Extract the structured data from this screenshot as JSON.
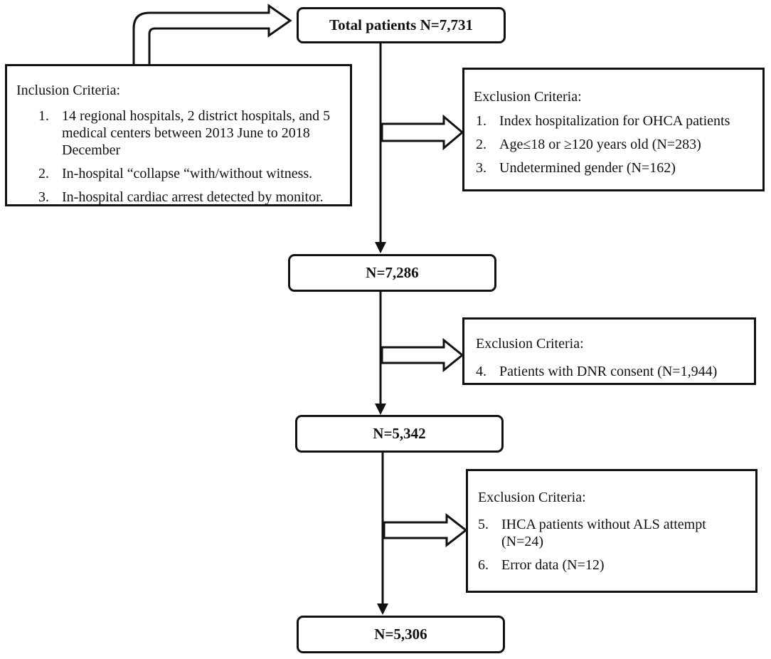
{
  "flow": {
    "total": "Total patients N=7,731",
    "step1": "N=7,286",
    "step2": "N=5,342",
    "final": "N=5,306"
  },
  "inclusion": {
    "heading": "Inclusion Criteria:",
    "items": [
      {
        "num": "1.",
        "text": "14 regional hospitals, 2 district hospitals, and 5 medical centers between 2013 June to 2018 December"
      },
      {
        "num": "2.",
        "text": "In-hospital “collapse “with/without witness."
      },
      {
        "num": "3.",
        "text": "In-hospital cardiac arrest detected by monitor."
      }
    ]
  },
  "exclusion1": {
    "heading": "Exclusion Criteria:",
    "items": [
      {
        "num": "1.",
        "text": "Index hospitalization for OHCA patients"
      },
      {
        "num": "2.",
        "text": "Age≤18 or ≥120 years old (N=283)"
      },
      {
        "num": "3.",
        "text": "Undetermined gender (N=162)"
      }
    ]
  },
  "exclusion2": {
    "heading": "Exclusion Criteria:",
    "items": [
      {
        "num": "4.",
        "text": "Patients with DNR consent (N=1,944)"
      }
    ]
  },
  "exclusion3": {
    "heading": "Exclusion Criteria:",
    "items": [
      {
        "num": "5.",
        "text": "IHCA patients without ALS attempt (N=24)"
      },
      {
        "num": "6.",
        "text": "Error data (N=12)"
      }
    ]
  }
}
